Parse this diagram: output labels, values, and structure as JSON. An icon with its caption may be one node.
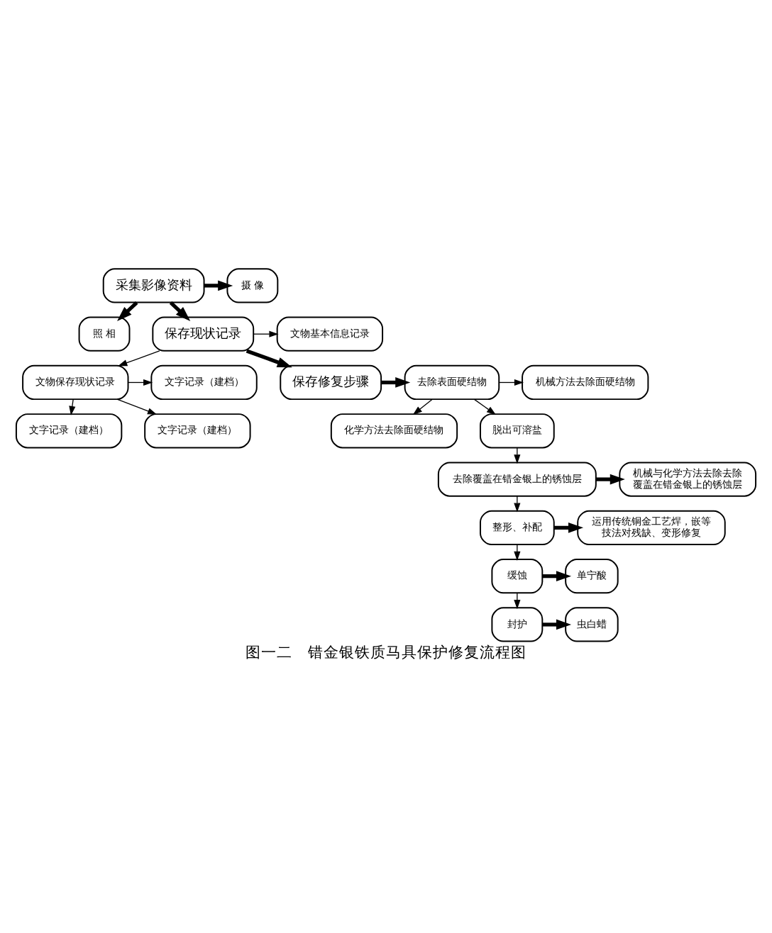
{
  "diagram": {
    "caption": "图一二　错金银铁质马具保护修复流程图",
    "nodes": [
      {
        "text": [
          "采集影像资料"
        ]
      },
      {
        "text": [
          "摄 像"
        ]
      },
      {
        "text": [
          "照 相"
        ]
      },
      {
        "text": [
          "保存现状记录"
        ]
      },
      {
        "text": [
          "文物基本信息记录"
        ]
      },
      {
        "text": [
          "文物保存现状记录"
        ]
      },
      {
        "text": [
          "文字记录（建档）"
        ]
      },
      {
        "text": [
          "文字记录（建档）"
        ]
      },
      {
        "text": [
          "文字记录（建档）"
        ]
      },
      {
        "text": [
          "保存修复步骤"
        ]
      },
      {
        "text": [
          "去除表面硬结物"
        ]
      },
      {
        "text": [
          "机械方法去除面硬结物"
        ]
      },
      {
        "text": [
          "化学方法去除面硬结物"
        ]
      },
      {
        "text": [
          "脱出可溶盐"
        ]
      },
      {
        "text": [
          "去除覆盖在错金银上的锈蚀层"
        ]
      },
      {
        "text": [
          "机械与化学方法去除去除覆盖在错金银上的锈蚀层"
        ]
      },
      {
        "text": [
          "整形、补配"
        ]
      },
      {
        "text": [
          "运用传统铜金工艺焊，嵌等技法对残缺、变形修复"
        ]
      },
      {
        "text": [
          "缓蚀"
        ]
      },
      {
        "text": [
          "单宁酸"
        ]
      },
      {
        "text": [
          "封护"
        ]
      },
      {
        "text": [
          "虫白蜡"
        ]
      }
    ],
    "edges": [
      {
        "from": 0,
        "to": 1,
        "arrow": "to",
        "style": "thick"
      },
      {
        "from": 0,
        "to": 2,
        "arrow": "to",
        "style": "thick"
      },
      {
        "from": 0,
        "to": 3,
        "arrow": "to",
        "style": "thick"
      },
      {
        "from": 3,
        "to": 4,
        "arrow": "to"
      },
      {
        "from": 3,
        "to": 5,
        "arrow": "to"
      },
      {
        "from": 5,
        "to": 6,
        "arrow": "to"
      },
      {
        "from": 5,
        "to": 7,
        "arrow": "to"
      },
      {
        "from": 5,
        "to": 8,
        "arrow": "to"
      },
      {
        "from": 3,
        "to": 9,
        "arrow": "to",
        "style": "thick"
      },
      {
        "from": 9,
        "to": 10,
        "arrow": "to",
        "style": "thick"
      },
      {
        "from": 10,
        "to": 11,
        "arrow": "to"
      },
      {
        "from": 10,
        "to": 12,
        "arrow": "to"
      },
      {
        "from": 10,
        "to": 13,
        "arrow": "to"
      },
      {
        "from": 13,
        "to": 14,
        "arrow": "to"
      },
      {
        "from": 14,
        "to": 15,
        "arrow": "to",
        "style": "thick"
      },
      {
        "from": 14,
        "to": 16,
        "arrow": "to"
      },
      {
        "from": 16,
        "to": 17,
        "arrow": "to",
        "style": "thick"
      },
      {
        "from": 16,
        "to": 18,
        "arrow": "to"
      },
      {
        "from": 18,
        "to": 19,
        "arrow": "to",
        "style": "thick"
      },
      {
        "from": 18,
        "to": 20,
        "arrow": "to"
      },
      {
        "from": 20,
        "to": 21,
        "arrow": "to",
        "style": "thick"
      }
    ]
  }
}
